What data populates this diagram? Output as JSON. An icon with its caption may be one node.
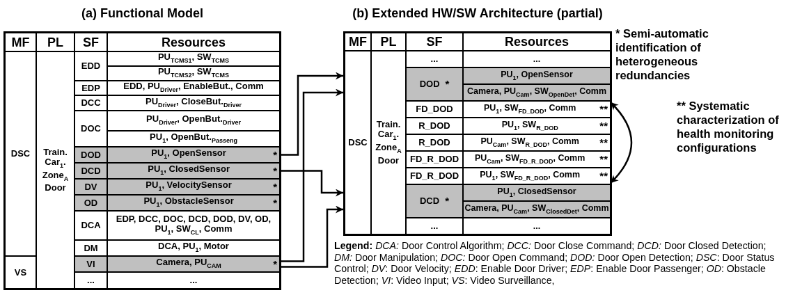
{
  "diagram": {
    "nodes": [
      {
        "text": [
          "(a) Functional Model"
        ]
      },
      {
        "text": [
          "MF"
        ],
        "in": 0
      },
      {
        "text": [
          "PL"
        ],
        "in": 0
      },
      {
        "text": [
          "SF"
        ],
        "in": 0
      },
      {
        "text": [
          "Resources"
        ],
        "in": 0
      },
      {
        "text": [
          "DSC"
        ],
        "in": 0
      },
      {
        "text": [
          "Train. Car$_{1}$. Zone$_{A}$ Door"
        ],
        "in": 0
      },
      {
        "text": [
          "EDD"
        ],
        "in": 0
      },
      {
        "text": [
          "PU$_{TCMS1}$, SW$_{TCMS}$"
        ],
        "in": 0
      },
      {
        "text": [
          "PU$_{TCMS2}$, SW$_{TCMS}$"
        ],
        "in": 0
      },
      {
        "text": [
          "EDP"
        ],
        "in": 0
      },
      {
        "text": [
          "EDD, PU$_{Driver}$, EnableBut., Comm"
        ],
        "in": 0
      },
      {
        "text": [
          "DCC"
        ],
        "in": 0
      },
      {
        "text": [
          "PU$_{Driver}$, CloseBut.$_{Driver}$"
        ],
        "in": 0
      },
      {
        "text": [
          "DOC"
        ],
        "in": 0
      },
      {
        "text": [
          "PU$_{Driver}$, OpenBut.$_{Driver}$"
        ],
        "in": 0
      },
      {
        "text": [
          "PU$_{1}$, OpenBut.$_{Passeng}$"
        ],
        "in": 0
      },
      {
        "text": [
          "DOD"
        ],
        "in": 0
      },
      {
        "text": [
          "PU$_{1}$, OpenSensor",
          "*"
        ],
        "in": 0
      },
      {
        "text": [
          "DCD"
        ],
        "in": 0
      },
      {
        "text": [
          "PU$_{1}$, ClosedSensor",
          "*"
        ],
        "in": 0
      },
      {
        "text": [
          "DV"
        ],
        "in": 0
      },
      {
        "text": [
          "PU$_{1}$, VelocitySensor",
          "*"
        ],
        "in": 0
      },
      {
        "text": [
          "OD"
        ],
        "in": 0
      },
      {
        "text": [
          "PU$_{1}$, ObstacleSensor",
          "*"
        ],
        "in": 0
      },
      {
        "text": [
          "DCA"
        ],
        "in": 0
      },
      {
        "text": [
          "EDP, DCC, DOC, DCD, DOD, DV, OD, PU$_{1}$, SW$_{CL}$, Comm"
        ],
        "in": 0
      },
      {
        "text": [
          "DM"
        ],
        "in": 0
      },
      {
        "text": [
          "DCA, PU$_{1}$, Motor"
        ],
        "in": 0
      },
      {
        "text": [
          "VS"
        ],
        "in": 0
      },
      {
        "text": [
          "VI"
        ],
        "in": 0
      },
      {
        "text": [
          "Camera, PU$_{CAM}$",
          "*"
        ],
        "in": 0
      },
      {
        "text": [
          "..."
        ],
        "in": 0
      },
      {
        "text": [
          "..."
        ],
        "in": 0
      },
      {
        "text": [
          "(b) Extended HW/SW Architecture (partial)"
        ]
      },
      {
        "text": [
          "MF"
        ],
        "in": 34
      },
      {
        "text": [
          "PL"
        ],
        "in": 34
      },
      {
        "text": [
          "SF"
        ],
        "in": 34
      },
      {
        "text": [
          "Resources"
        ],
        "in": 34
      },
      {
        "text": [
          "DSC"
        ],
        "in": 34
      },
      {
        "text": [
          "Train. Car$_{1}$. Zone$_{A}$ Door"
        ],
        "in": 34
      },
      {
        "text": [
          "..."
        ],
        "in": 34
      },
      {
        "text": [
          "..."
        ],
        "in": 34
      },
      {
        "text": [
          "DOD",
          "*"
        ],
        "in": 34
      },
      {
        "text": [
          "PU$_{1}$, OpenSensor"
        ],
        "in": 34
      },
      {
        "text": [
          "Camera, PU$_{Cam}$, SW$_{OpenDet}$, Comm"
        ],
        "in": 34
      },
      {
        "text": [
          "FD_DOD"
        ],
        "in": 34
      },
      {
        "text": [
          "PU$_{1}$, SW$_{FD_DOD}$, Comm",
          "**"
        ],
        "in": 34
      },
      {
        "text": [
          "R_DOD"
        ],
        "in": 34
      },
      {
        "text": [
          "PU$_{1}$, SW$_{R_DOD}$",
          "**"
        ],
        "in": 34
      },
      {
        "text": [
          "R_DOD"
        ],
        "in": 34
      },
      {
        "text": [
          "PU$_{Cam}$, SW$_{R_DOD}$, Comm",
          "**"
        ],
        "in": 34
      },
      {
        "text": [
          "FD_R_DOD"
        ],
        "in": 34
      },
      {
        "text": [
          "PU$_{Cam}$, SW$_{FD_R_DOD}$, Comm",
          "**"
        ],
        "in": 34
      },
      {
        "text": [
          "FD_R_DOD"
        ],
        "in": 34
      },
      {
        "text": [
          "PU$_{1}$, SW$_{FD_R_DOD}$, Comm",
          "**"
        ],
        "in": 34
      },
      {
        "text": [
          "DCD",
          "*"
        ],
        "in": 34
      },
      {
        "text": [
          "PU$_{1}$, ClosedSensor"
        ],
        "in": 34
      },
      {
        "text": [
          "Camera, PU$_{Cam}$, SW$_{ClosedDet}$, Comm"
        ],
        "in": 34
      },
      {
        "text": [
          "..."
        ],
        "in": 34
      },
      {
        "text": [
          "..."
        ],
        "in": 34
      }
    ],
    "edges": [
      {
        "from": 18,
        "to": 34,
        "arrow": "to"
      },
      {
        "from": 31,
        "to": 34,
        "arrow": "to"
      },
      {
        "from": 20,
        "to": 34,
        "arrow": "to"
      },
      {
        "from": 31,
        "to": 34,
        "arrow": "to"
      },
      {
        "from": 47,
        "to": 55,
        "arrow": "both"
      }
    ],
    "labels": [
      "* Semi-automatic identification of heterogeneous redundancies",
      "** Systematic characterization of health monitoring configurations",
      "**Legend:** *DCA:* Door Control Algorithm; *DCC:* Door Close Command; *DCD:* Door Closed Detection; *DM:* Door Manipulation; *DOC:* Door Open Command; *DOD:* Door Open Detection; *DSC*: Door Status Control; *DV*: Door Velocity; *EDD*: Enable Door Driver; *EDP*: Enable Door Passenger; *OD*: Obstacle Detection; *VI*: Video Input; *VS*: Video Surveillance,"
    ]
  }
}
